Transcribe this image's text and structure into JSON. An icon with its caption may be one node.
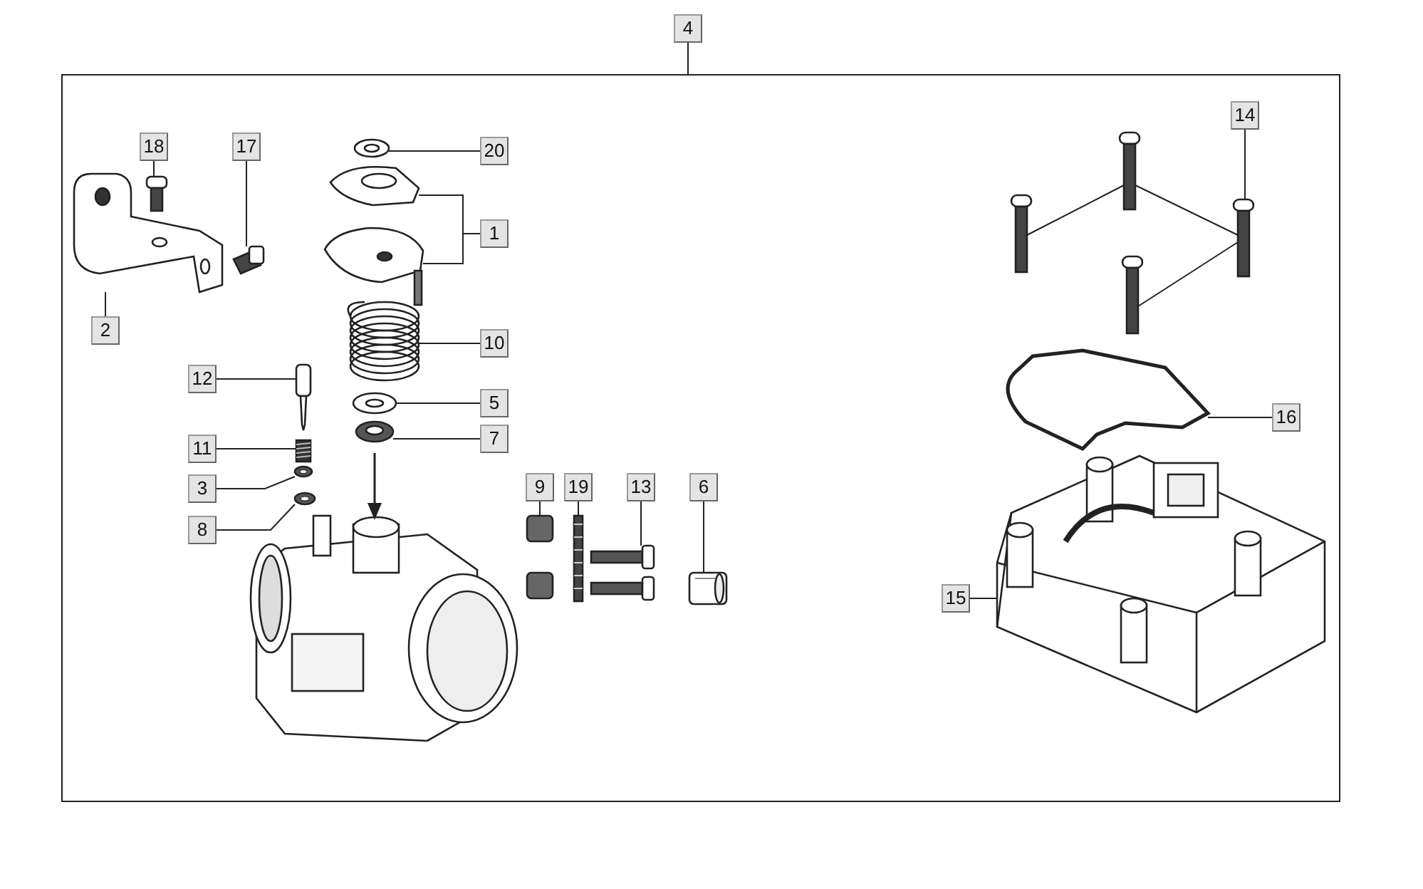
{
  "diagram": {
    "nodes": [
      {
        "text": [
          "4"
        ]
      },
      {
        "text": [],
        "shape": "box"
      },
      {
        "text": [
          "18"
        ],
        "in": 1
      },
      {
        "text": [
          "17"
        ],
        "in": 1
      },
      {
        "text": [
          "20"
        ],
        "in": 1
      },
      {
        "text": [
          "1"
        ],
        "in": 1
      },
      {
        "text": [
          "2"
        ],
        "in": 1
      },
      {
        "text": [
          "10"
        ],
        "in": 1
      },
      {
        "text": [
          "12"
        ],
        "in": 1
      },
      {
        "text": [
          "5"
        ],
        "in": 1
      },
      {
        "text": [
          "11"
        ],
        "in": 1
      },
      {
        "text": [
          "7"
        ],
        "in": 1
      },
      {
        "text": [
          "3"
        ],
        "in": 1
      },
      {
        "text": [
          "8"
        ],
        "in": 1
      },
      {
        "text": [
          "9"
        ],
        "in": 1
      },
      {
        "text": [
          "19"
        ],
        "in": 1
      },
      {
        "text": [
          "13"
        ],
        "in": 1
      },
      {
        "text": [
          "6"
        ],
        "in": 1
      },
      {
        "text": [
          "14"
        ],
        "in": 1
      },
      {
        "text": [
          "16"
        ],
        "in": 1
      },
      {
        "text": [
          "15"
        ],
        "in": 1
      },
      {
        "text": [],
        "shape": "picture",
        "in": 1
      },
      {
        "text": [],
        "shape": "picture",
        "in": 1
      },
      {
        "text": [],
        "shape": "picture",
        "in": 1
      },
      {
        "text": [],
        "shape": "picture",
        "in": 1
      },
      {
        "text": [],
        "shape": "picture",
        "in": 1
      },
      {
        "text": [],
        "shape": "picture",
        "in": 1
      },
      {
        "text": [],
        "shape": "picture",
        "in": 1
      },
      {
        "text": [],
        "shape": "picture",
        "in": 1
      },
      {
        "text": [],
        "shape": "picture",
        "in": 1
      },
      {
        "text": [],
        "shape": "picture",
        "in": 1
      },
      {
        "text": [],
        "shape": "picture",
        "in": 1
      },
      {
        "text": [],
        "shape": "picture",
        "in": 1
      },
      {
        "text": [],
        "shape": "picture",
        "in": 1
      },
      {
        "text": [],
        "shape": "picture",
        "in": 1
      },
      {
        "text": [],
        "shape": "picture",
        "in": 1
      },
      {
        "text": [],
        "shape": "picture",
        "in": 1
      },
      {
        "text": [],
        "shape": "picture",
        "in": 1
      },
      {
        "text": [],
        "shape": "picture",
        "in": 1
      },
      {
        "text": [],
        "shape": "picture",
        "in": 1
      },
      {
        "text": [],
        "shape": "picture",
        "in": 1
      },
      {
        "text": [],
        "shape": "picture",
        "in": 1
      },
      {
        "text": [],
        "shape": "picture",
        "in": 1
      },
      {
        "text": [],
        "shape": "picture",
        "in": 1
      }
    ],
    "edges": [
      {
        "from": 0,
        "to": 1,
        "arrow": "none"
      },
      {
        "from": 2,
        "to": 21,
        "arrow": "none"
      },
      {
        "from": 3,
        "to": 22,
        "arrow": "none"
      },
      {
        "from": 4,
        "to": 23,
        "arrow": "none"
      },
      {
        "from": 5,
        "to": 24,
        "arrow": "none"
      },
      {
        "from": 5,
        "to": 25,
        "arrow": "none"
      },
      {
        "from": 6,
        "to": 26,
        "arrow": "none"
      },
      {
        "from": 7,
        "to": 27,
        "arrow": "none"
      },
      {
        "from": 8,
        "to": 28,
        "arrow": "none"
      },
      {
        "from": 9,
        "to": 29,
        "arrow": "none"
      },
      {
        "from": 10,
        "to": 30,
        "arrow": "none"
      },
      {
        "from": 11,
        "to": 31,
        "arrow": "none"
      },
      {
        "from": 12,
        "to": 32,
        "arrow": "none"
      },
      {
        "from": 13,
        "to": 33,
        "arrow": "none"
      },
      {
        "from": 14,
        "to": 34,
        "arrow": "none"
      },
      {
        "from": 15,
        "to": 35,
        "arrow": "none"
      },
      {
        "from": 16,
        "to": 36,
        "arrow": "none"
      },
      {
        "from": 17,
        "to": 37,
        "arrow": "none"
      },
      {
        "from": 18,
        "to": 38,
        "arrow": "none"
      },
      {
        "from": 19,
        "to": 39,
        "arrow": "none"
      },
      {
        "from": 20,
        "to": 40,
        "arrow": "none"
      },
      {
        "from": 41,
        "to": 42,
        "arrow": "none"
      },
      {
        "from": 41,
        "to": 38,
        "arrow": "none"
      },
      {
        "from": 38,
        "to": 43,
        "arrow": "none"
      }
    ]
  }
}
